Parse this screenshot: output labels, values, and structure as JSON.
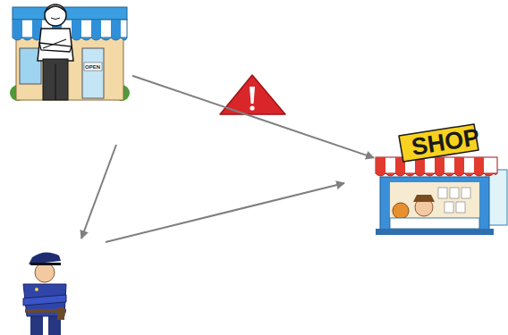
{
  "diagram": {
    "nodes": [
      {
        "text": [
          "OPEN"
        ]
      },
      {
        "text": [
          "SHOP"
        ]
      }
    ],
    "edges": [
      {
        "from": 0,
        "to": 1,
        "arrow": "to"
      }
    ]
  }
}
